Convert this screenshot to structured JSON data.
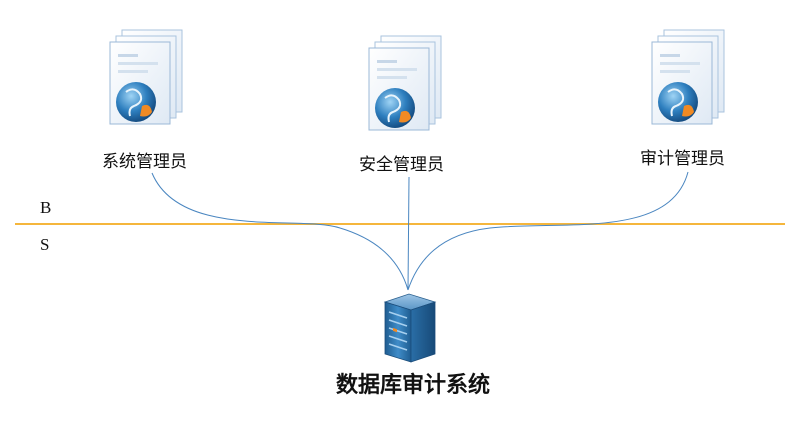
{
  "zones": {
    "upper": "B",
    "lower": "S"
  },
  "admins": [
    {
      "label": "系统管理员",
      "icon": "admin-console-icon"
    },
    {
      "label": "安全管理员",
      "icon": "admin-console-icon"
    },
    {
      "label": "审计管理员",
      "icon": "admin-console-icon"
    }
  ],
  "server": {
    "label": "数据库审计系统",
    "icon": "server-rack-icon"
  },
  "colors": {
    "boundary_line": "#F5B63C",
    "connector": "#4A86C0",
    "globe": "#2E7FBF",
    "globe_accent": "#F08A24",
    "server_body": "#2D6FA6"
  }
}
